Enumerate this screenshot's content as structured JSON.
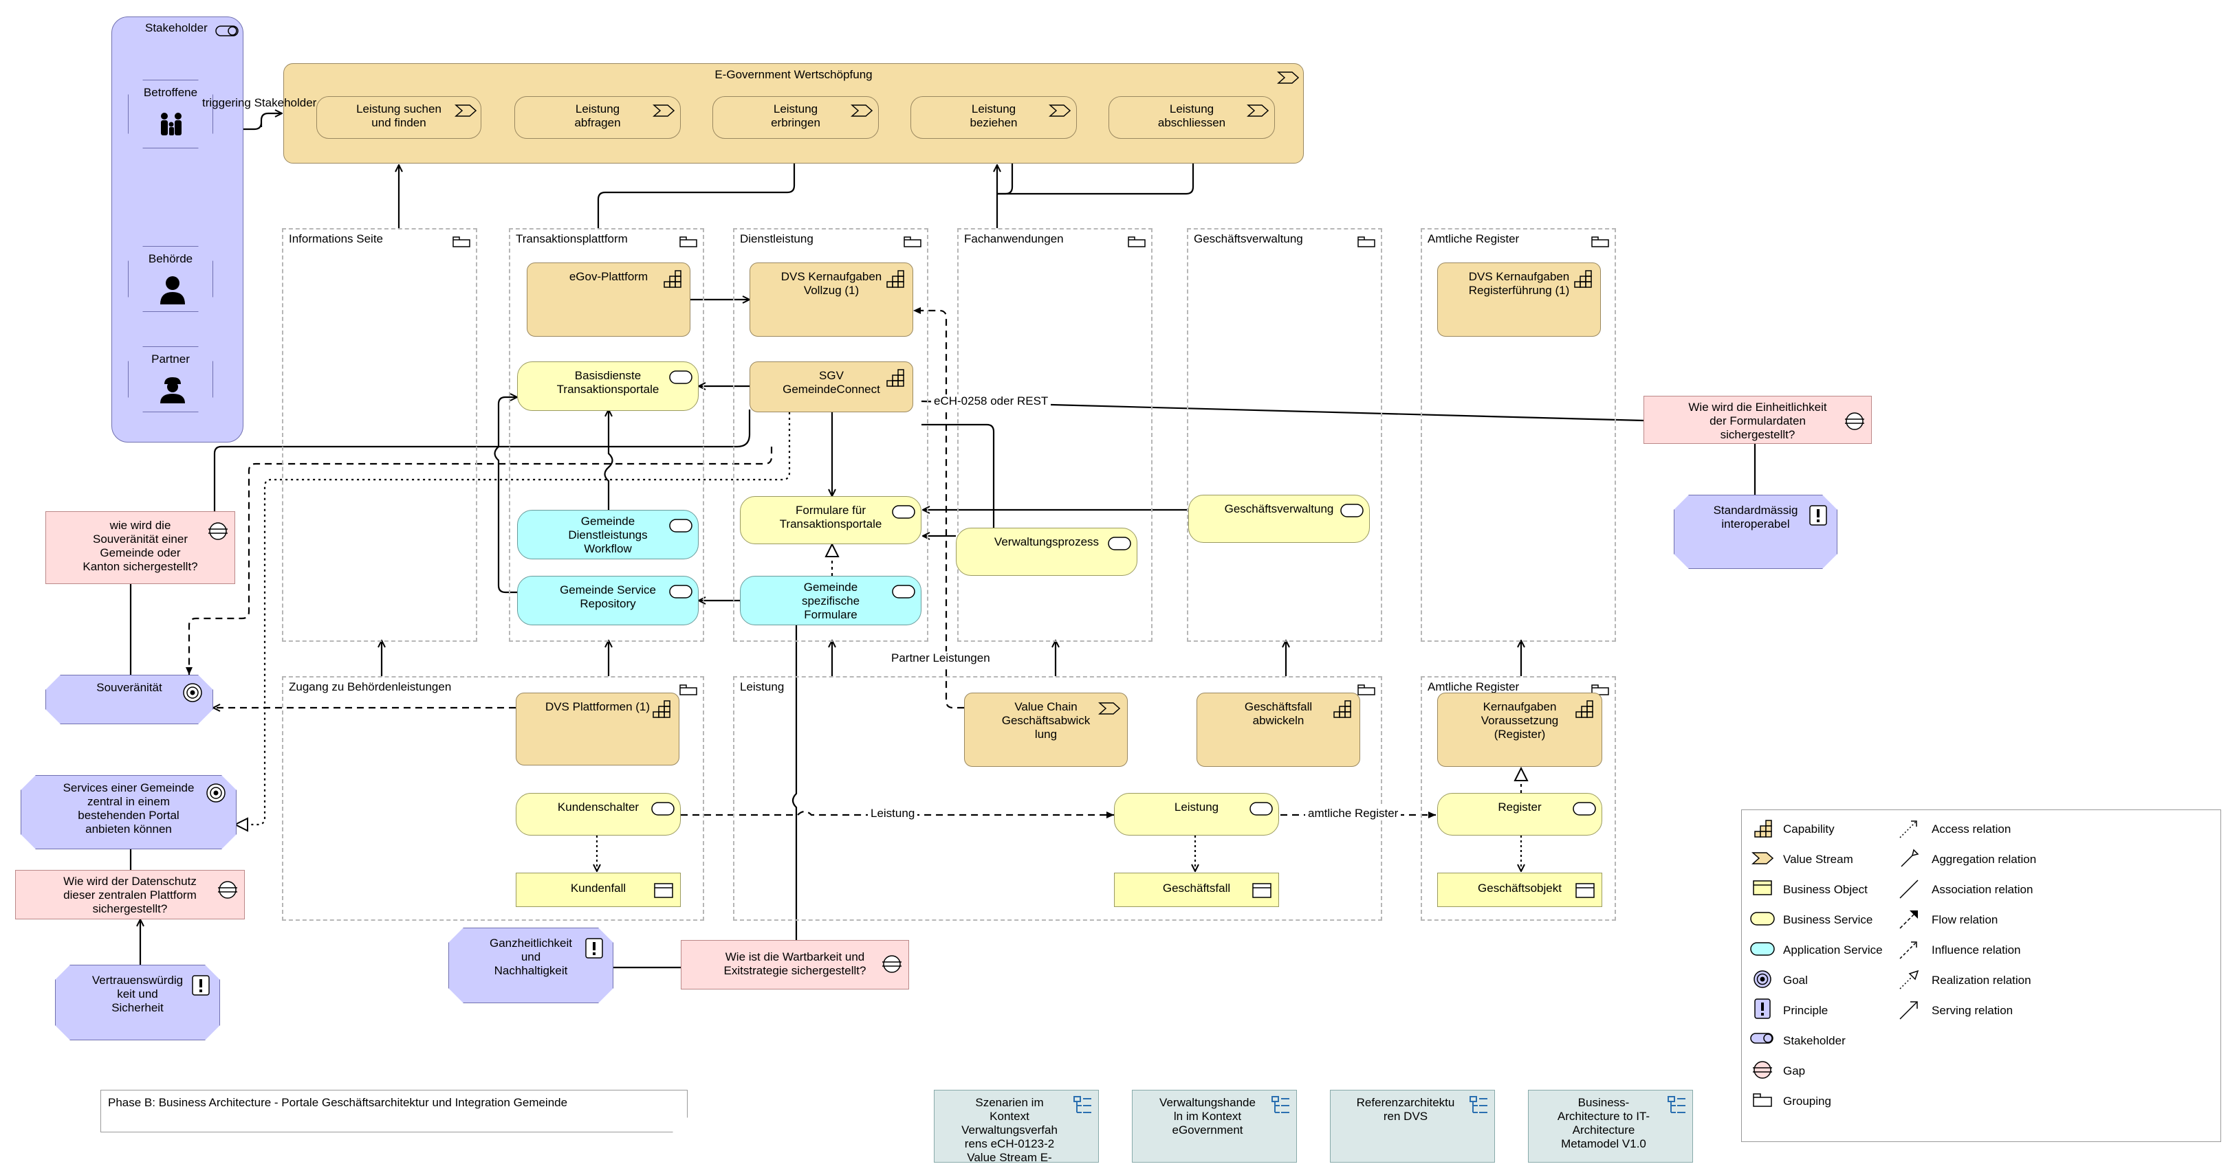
{
  "stakeholder_lane": {
    "title": "Stakeholder",
    "actors": [
      {
        "label": "Betroffene",
        "icon": "family-icon"
      },
      {
        "label": "Behörde",
        "icon": "person-icon"
      },
      {
        "label": "Partner",
        "icon": "worker-icon"
      }
    ]
  },
  "value_chain": {
    "title": "E-Government Wertschöpfung",
    "trigger_label": "triggering Stakeholder",
    "steps": [
      "Leistung suchen\nund finden",
      "Leistung\nabfragen",
      "Leistung\nerbringen",
      "Leistung\nbeziehen",
      "Leistung\nabschliessen"
    ]
  },
  "groups": {
    "informations_seite": "Informations Seite",
    "transaktionsplattform": "Transaktionsplattform",
    "dienstleistung": "Dienstleistung",
    "fachanwendungen": "Fachanwendungen",
    "geschaeftsverwaltung": "Geschäftsverwaltung",
    "amtliche_register_top": "Amtliche Register",
    "zugang": "Zugang zu Behördenleistungen",
    "leistung": "Leistung",
    "amtliche_register_bottom": "Amtliche Register"
  },
  "elements": {
    "egov_plattform": "eGov-Plattform",
    "dvs_vollzug": "DVS Kernaufgaben\nVollzug (1)",
    "dvs_registerfuehrung": "DVS Kernaufgaben\nRegisterführung (1)",
    "basisdienste": "Basisdienste\nTransaktionsportale",
    "sgv": "SGV\nGemeindeConnect",
    "formulare": "Formulare für\nTransaktionsportale",
    "verwaltungsprozess": "Verwaltungsprozess",
    "geschaeftsverwaltung_svc": "Geschäftsverwaltung",
    "gemeinde_workflow": "Gemeinde\nDienstleistungs\nWorkflow",
    "gemeinde_repository": "Gemeinde Service\nRepository",
    "gemeinde_formulare": "Gemeinde\nspezifische\nFormulare",
    "dvs_plattformen": "DVS Plattformen (1)",
    "kundenschalter": "Kundenschalter",
    "kundenfall": "Kundenfall",
    "value_chain_geschaeft": "Value Chain\nGeschäftsabwick\nlung",
    "geschaeftsfall_abwickeln": "Geschäftsfall\nabwickeln",
    "leistung_svc": "Leistung",
    "geschaeftsfall": "Geschäftsfall",
    "kernaufgaben_voraussetzung": "Kernaufgaben\nVoraussetzung\n(Register)",
    "register": "Register",
    "geschaeftsobjekt": "Geschäftsobjekt"
  },
  "gaps": {
    "einheitlichkeit": "Wie wird die Einheitlichkeit\nder Formulardaten\nsichergestellt?",
    "souveraenitaet": "wie wird die\nSouveränität einer\nGemeinde oder\nKanton sichergestellt?",
    "datenschutz": "Wie wird der Datenschutz\ndieser zentralen Plattform\nsichergestellt?",
    "wartbarkeit": "Wie ist die Wartbarkeit und\nExitstrategie sichergestellt?"
  },
  "principles_goals": {
    "standardmaessig": "Standardmässig\ninteroperabel",
    "souveraenitaet_goal": "Souveränität",
    "services_goal": "Services einer Gemeinde\nzentral in einem\nbestehenden Portal\nanbieten können",
    "vertrauenswuerdig": "Vertrauenswürdig\nkeit und\nSicherheit",
    "ganzheitlichkeit": "Ganzheitlichkeit\nund\nNachhaltigkeit"
  },
  "edge_labels": {
    "ech": "eCH-0258 oder REST",
    "partner_leistungen": "Partner Leistungen",
    "leistung_flow": "Leistung",
    "amtliche_register_flow": "amtliche Register"
  },
  "note": "Phase B: Business Architecture - Portale Geschäftsarchitektur und Integration Gemeinde",
  "model_refs": [
    "Szenarien im\nKontext\nVerwaltungsverfah\nrens eCH-0123-2\nValue Stream E-",
    "Verwaltungshande\nln im Kontext\neGovernment",
    "Referenzarchitektu\nren DVS",
    "Business-\nArchitecture to IT-\nArchitecture\nMetamodel V1.0"
  ],
  "legend": {
    "elements": [
      "Capability",
      "Value Stream",
      "Business Object",
      "Business Service",
      "Application Service",
      "Goal",
      "Principle",
      "Stakeholder",
      "Gap",
      "Grouping"
    ],
    "relations": [
      "Access relation",
      "Aggregation relation",
      "Association relation",
      "Flow relation",
      "Influence relation",
      "Realization relation",
      "Serving relation"
    ]
  }
}
